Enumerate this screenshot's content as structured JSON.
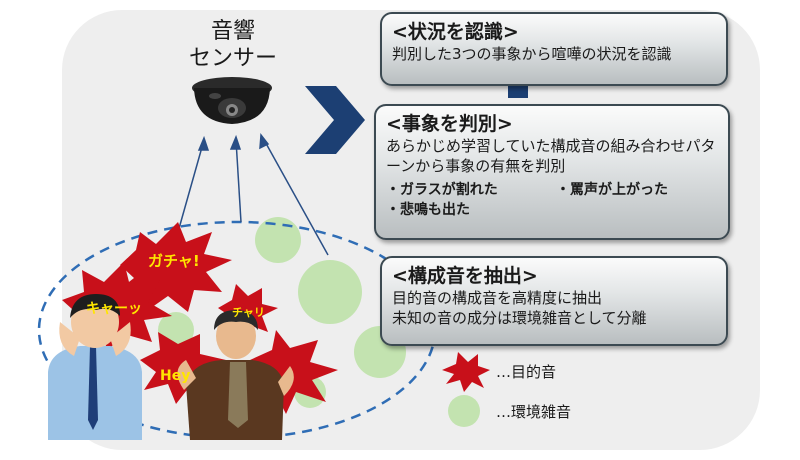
{
  "sensor": {
    "label_line1": "音響",
    "label_line2": "センサー"
  },
  "boxes": {
    "situation": {
      "title": "<状況を認識>",
      "body": "判別した3つの事象から喧嘩の状況を認識"
    },
    "event": {
      "title": "<事象を判別>",
      "body": "あらかじめ学習していた構成音の組み合わせパターンから事象の有無を判別",
      "bullet1": "・ガラスが割れた",
      "bullet2": "・罵声が上がった",
      "bullet3": "・悲鳴も出た"
    },
    "extract": {
      "title": "<構成音を抽出>",
      "body_line1": "目的音の構成音を高精度に抽出",
      "body_line2": "未知の音の成分は環境雑音として分離"
    }
  },
  "bursts": {
    "gacha": "ガチャ!",
    "kyaa": "キャーッ",
    "chari": "チャリ",
    "hey": "Hey"
  },
  "legend": {
    "target_sound": "…目的音",
    "ambient_noise": "…環境雑音"
  },
  "colors": {
    "burst_red": "#c8101a",
    "burst_text": "#ffe600",
    "noise_green": "#c3e3b0",
    "arrow_navy": "#1c3f73",
    "dashed_blue": "#2f6db5"
  }
}
